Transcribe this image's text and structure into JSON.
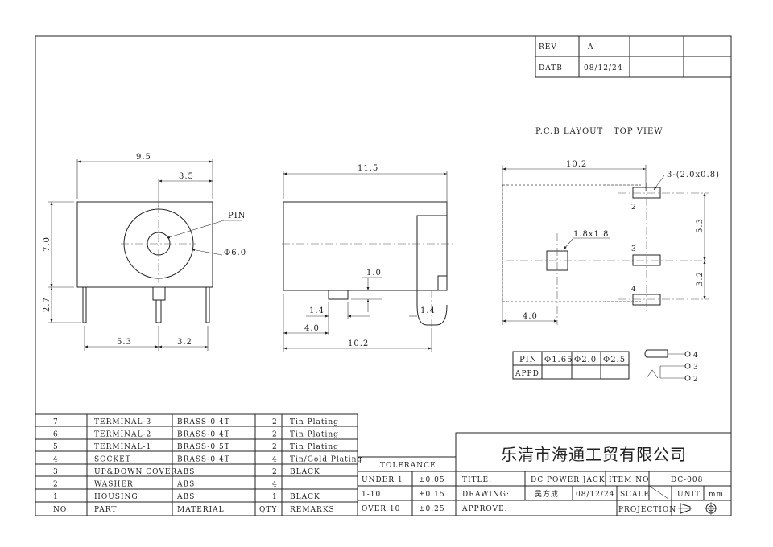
{
  "title_block": {
    "rev_label": "REV",
    "rev_value": "A",
    "date_label": "DATB",
    "date_value": "08/12/24"
  },
  "pcb": {
    "title": "P.C.B LAYOUT",
    "view": "TOP VIEW"
  },
  "dims": {
    "front_width": "9.5",
    "front_offset": "3.5",
    "front_height": "7.0",
    "pin_callout": "PIN",
    "hole_dia": "Φ6.0",
    "pin_length": "2.7",
    "front_pin_left": "5.3",
    "front_pin_right": "3.2",
    "side_length": "11.5",
    "side_pin_height": "1.0",
    "side_pin_w1": "1.4",
    "side_pin_w2": "1.4",
    "side_offset": "4.0",
    "side_pin_span": "10.2",
    "pcb_width": "10.2",
    "pcb_slot_note": "3-(2.0x0.8)",
    "pcb_square": "1.8x1.8",
    "pcb_gap_upper": "5.3",
    "pcb_gap_lower": "3.2",
    "pcb_offset": "4.0",
    "pad_2": "2",
    "pad_3": "3",
    "pad_4": "4"
  },
  "pin_table": {
    "headers": [
      "PIN",
      "Φ1.65",
      "Φ2.0",
      "Φ2.5"
    ],
    "row_label": "APPD"
  },
  "schematic": {
    "labels": [
      "4",
      "3",
      "2"
    ]
  },
  "bom": [
    {
      "no": "7",
      "part": "TERMINAL-3",
      "material": "BRASS-0.4T",
      "qty": "2",
      "remarks": "Tin Plating"
    },
    {
      "no": "6",
      "part": "TERMINAL-2",
      "material": "BRASS-0.4T",
      "qty": "2",
      "remarks": "Tin Plating"
    },
    {
      "no": "5",
      "part": "TERMINAL-1",
      "material": "BRASS-0.5T",
      "qty": "2",
      "remarks": "Tin Plating"
    },
    {
      "no": "4",
      "part": "SOCKET",
      "material": "BRASS-0.4T",
      "qty": "4",
      "remarks": "Tin/Gold Plating"
    },
    {
      "no": "3",
      "part": "UP&DOWN COVER",
      "material": "ABS",
      "qty": "2",
      "remarks": "BLACK"
    },
    {
      "no": "2",
      "part": "WASHER",
      "material": "ABS",
      "qty": "4",
      "remarks": ""
    },
    {
      "no": "1",
      "part": "HOUSING",
      "material": "ABS",
      "qty": "1",
      "remarks": "BLACK"
    }
  ],
  "bom_header": {
    "no": "NO",
    "part": "PART",
    "material": "MATERIAL",
    "qty": "QTY",
    "remarks": "REMARKS"
  },
  "tolerance": {
    "title": "TOLERANCE",
    "rows": [
      {
        "range": "UNDER  1",
        "value": "±0.05"
      },
      {
        "range": "1-10",
        "value": "±0.15"
      },
      {
        "range": "OVER  10",
        "value": "±0.25"
      }
    ]
  },
  "company": "乐清市海通工贸有限公司",
  "info": {
    "title_label": "TITLE:",
    "title_value": "DC POWER JACK",
    "item_label": "ITEM NO",
    "item_value": "DC-008",
    "drawing_label": "DRAWING:",
    "drawer": "吴方成",
    "drawing_date": "08/12/24",
    "scale_label": "SCALE",
    "unit_label": "UNIT",
    "unit_value": "mm",
    "approve_label": "APPROVE:",
    "projection_label": "PROJECTION"
  }
}
